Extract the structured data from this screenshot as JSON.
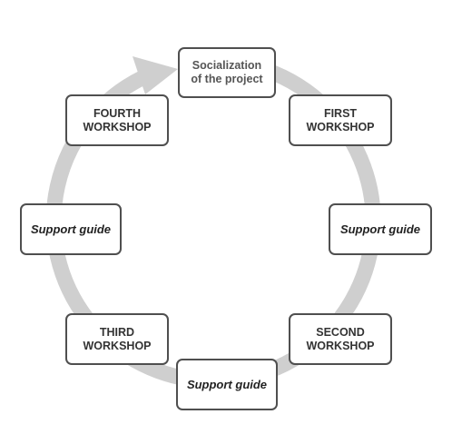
{
  "diagram": {
    "center_node": "Socialization\nof the project",
    "nodes": {
      "first": "FIRST\nWORKSHOP",
      "support_right": "Support guide",
      "second": "SECOND\nWORKSHOP",
      "support_bottom": "Support guide",
      "third": "THIRD\nWORKSHOP",
      "support_left": "Support guide",
      "fourth": "FOURTH\nWORKSHOP"
    },
    "colors": {
      "ring": "#cfcfcf",
      "box_border": "#4f4f4f",
      "box_fill": "#ffffff"
    },
    "icons": {
      "cycle": "cycle-arrow-icon"
    }
  }
}
